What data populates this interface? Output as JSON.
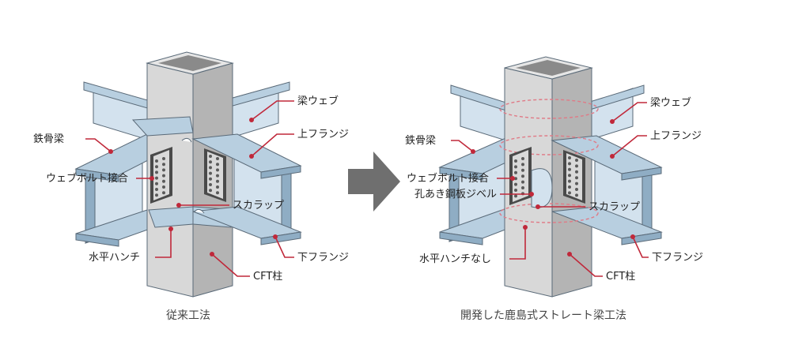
{
  "colors": {
    "steel_face": "#b8cfe0",
    "steel_light": "#d3e2ee",
    "steel_dark": "#8fadc4",
    "edge": "#5a6a78",
    "column_face": "#d8d8d8",
    "column_side": "#b4b4b4",
    "column_top": "#8a8a8a",
    "leader": "#c0283a",
    "arrow": "#6f6f6f",
    "dashed": "#e07a86"
  },
  "left_panel": {
    "caption": "従来工法",
    "labels": {
      "beam_web": "梁ウェブ",
      "upper_flange": "上フランジ",
      "steel_beam": "鉄骨梁",
      "web_bolt": "ウェブボルト接合",
      "scallop": "スカラップ",
      "haunch": "水平ハンチ",
      "lower_flange": "下フランジ",
      "cft_column": "CFT柱"
    }
  },
  "right_panel": {
    "caption": "開発した鹿島式ストレート梁工法",
    "labels": {
      "beam_web": "梁ウェブ",
      "upper_flange": "上フランジ",
      "steel_beam": "鉄骨梁",
      "web_bolt": "ウェブボルト接合",
      "perforated_plate": "孔あき鋼板ジベル",
      "scallop": "スカラップ",
      "haunch_none": "水平ハンチなし",
      "lower_flange": "下フランジ",
      "cft_column": "CFT柱"
    }
  },
  "arrow": {
    "icon": "right-arrow-icon"
  }
}
